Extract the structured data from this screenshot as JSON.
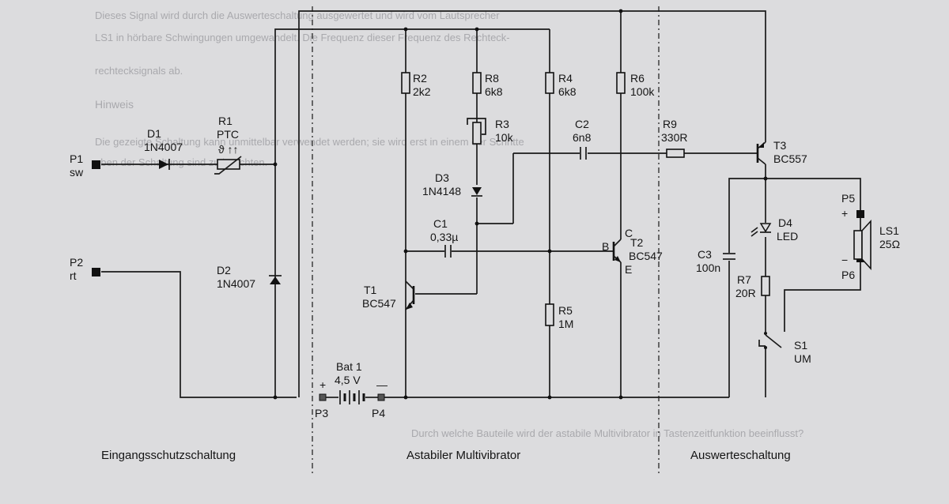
{
  "background_text": [
    "Dieses Signal wird durch die Auswerteschaltung ausgewertet und wird vom Lautsprecher",
    "LS1 in hörbare Schwingungen umgewandelt. Die Frequenz dieser Frequenz des Rechteck-",
    "rechtecksignals ab.",
    "Hinweis",
    "Die gezeigte Schaltung kann unmittelbar verwendet werden; sie wird erst in einem der Schritte",
    "eben der Schaltung sind zu beachten.",
    "Durch welche Bauteile wird der astabile Multivibrator in Tastenzeitfunktion beeinflusst?"
  ],
  "sections": {
    "input": "Eingangsschutzschaltung",
    "multivibrator": "Astabiler Multivibrator",
    "evaluation": "Auswerteschaltung"
  },
  "ports": {
    "p1": {
      "name": "P1",
      "color_label": "sw"
    },
    "p2": {
      "name": "P2",
      "color_label": "rt"
    },
    "p3": {
      "name": "P3",
      "sign": "+"
    },
    "p4": {
      "name": "P4",
      "sign": "—"
    },
    "p5": {
      "name": "P5",
      "sign": "+"
    },
    "p6": {
      "name": "P6",
      "sign": "−"
    }
  },
  "components": {
    "d1": {
      "ref": "D1",
      "value": "1N4007"
    },
    "r1": {
      "ref": "R1",
      "value": "PTC",
      "symbol": "ϑ ↑↑"
    },
    "d2": {
      "ref": "D2",
      "value": "1N4007"
    },
    "bat1": {
      "ref": "Bat 1",
      "value": "4,5 V"
    },
    "r2": {
      "ref": "R2",
      "value": "2k2"
    },
    "r8": {
      "ref": "R8",
      "value": "6k8"
    },
    "r3": {
      "ref": "R3",
      "value": "10k"
    },
    "d3": {
      "ref": "D3",
      "value": "1N4148"
    },
    "c1": {
      "ref": "C1",
      "value": "0,33µ"
    },
    "t1": {
      "ref": "T1",
      "value": "BC547"
    },
    "r4": {
      "ref": "R4",
      "value": "6k8"
    },
    "c2": {
      "ref": "C2",
      "value": "6n8"
    },
    "r5": {
      "ref": "R5",
      "value": "1M"
    },
    "t2": {
      "ref": "T2",
      "value": "BC547",
      "pin_b": "B",
      "pin_c": "C",
      "pin_e": "E"
    },
    "r6": {
      "ref": "R6",
      "value": "100k"
    },
    "r9": {
      "ref": "R9",
      "value": "330R"
    },
    "t3": {
      "ref": "T3",
      "value": "BC557"
    },
    "c3": {
      "ref": "C3",
      "value": "100n"
    },
    "d4": {
      "ref": "D4",
      "value": "LED"
    },
    "r7": {
      "ref": "R7",
      "value": "20R"
    },
    "s1": {
      "ref": "S1",
      "value": "UM"
    },
    "ls1": {
      "ref": "LS1",
      "value": "25Ω"
    }
  }
}
